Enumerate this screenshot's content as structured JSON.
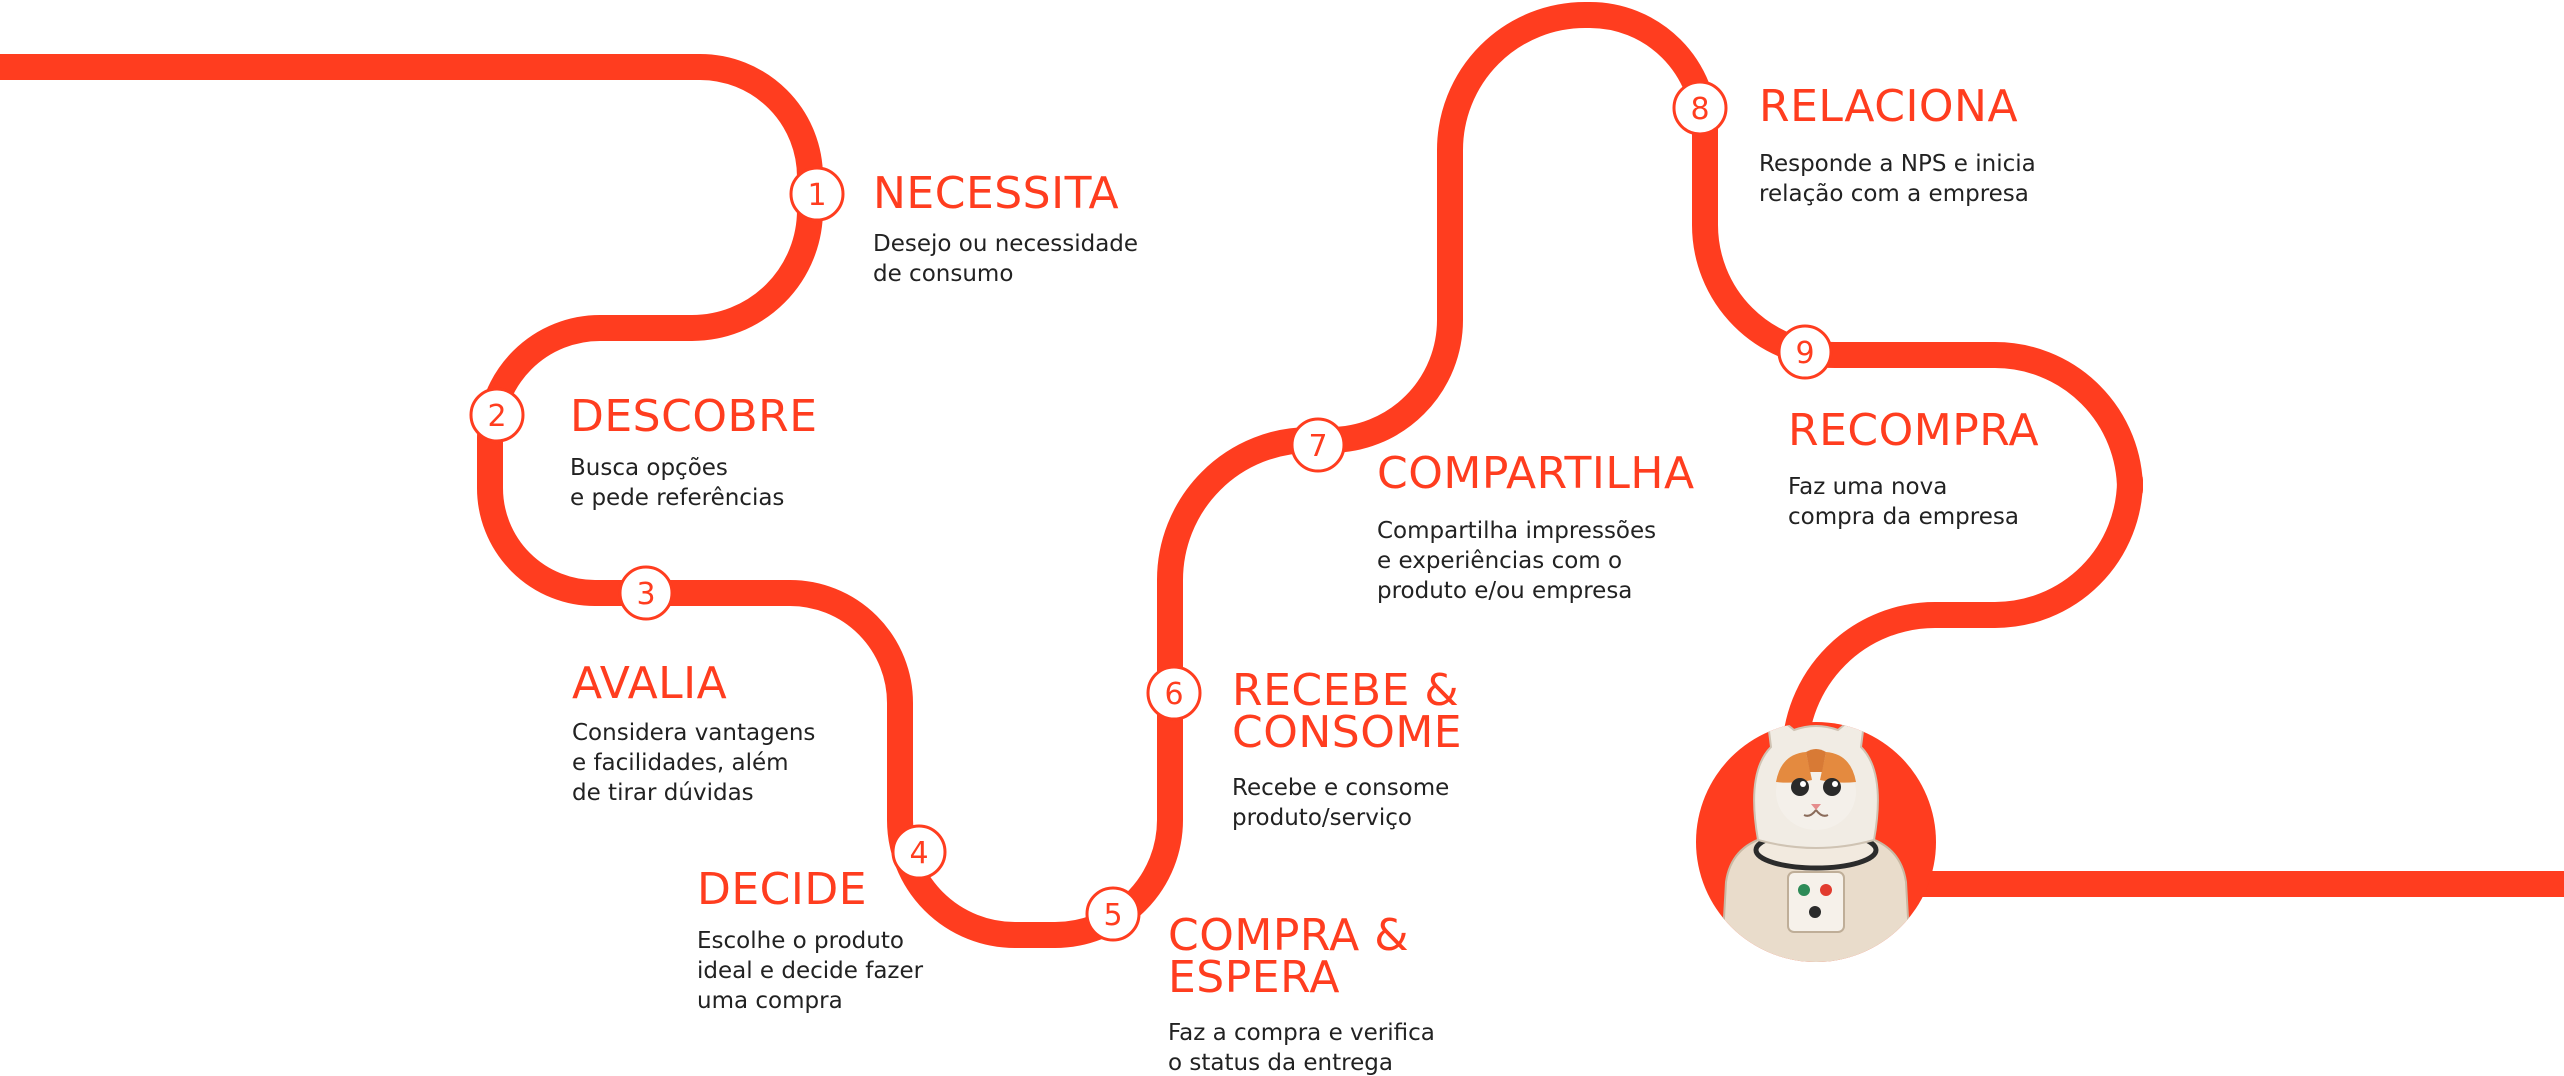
{
  "colors": {
    "accent": "#FF3D1F",
    "text": "#222222",
    "background": "#FFFFFF",
    "marker_fill": "#FFFFFF"
  },
  "steps": [
    {
      "number": "1",
      "title": [
        "NECESSITA"
      ],
      "description": [
        "Desejo ou necessidade",
        "de consumo"
      ]
    },
    {
      "number": "2",
      "title": [
        "DESCOBRE"
      ],
      "description": [
        "Busca opções",
        "e pede referências"
      ]
    },
    {
      "number": "3",
      "title": [
        "AVALIA"
      ],
      "description": [
        "Considera vantagens",
        "e facilidades, além",
        "de tirar dúvidas"
      ]
    },
    {
      "number": "4",
      "title": [
        "DECIDE"
      ],
      "description": [
        "Escolhe o produto",
        "ideal e decide fazer",
        "uma compra"
      ]
    },
    {
      "number": "5",
      "title": [
        "COMPRA &",
        "ESPERA"
      ],
      "description": [
        "Faz a compra e verifica",
        "o status da entrega"
      ]
    },
    {
      "number": "6",
      "title": [
        "RECEBE &",
        "CONSOME"
      ],
      "description": [
        "Recebe e consome",
        "produto/serviço"
      ]
    },
    {
      "number": "7",
      "title": [
        "COMPARTILHA"
      ],
      "description": [
        "Compartilha impressões",
        "e experiências com o",
        "produto e/ou empresa"
      ]
    },
    {
      "number": "8",
      "title": [
        "RELACIONA"
      ],
      "description": [
        "Responde a NPS e inicia",
        "relação com a empresa"
      ]
    },
    {
      "number": "9",
      "title": [
        "RECOMPRA"
      ],
      "description": [
        "Faz uma nova",
        "compra da empresa"
      ]
    }
  ],
  "mascot": {
    "icon": "astronaut-cat-icon"
  }
}
